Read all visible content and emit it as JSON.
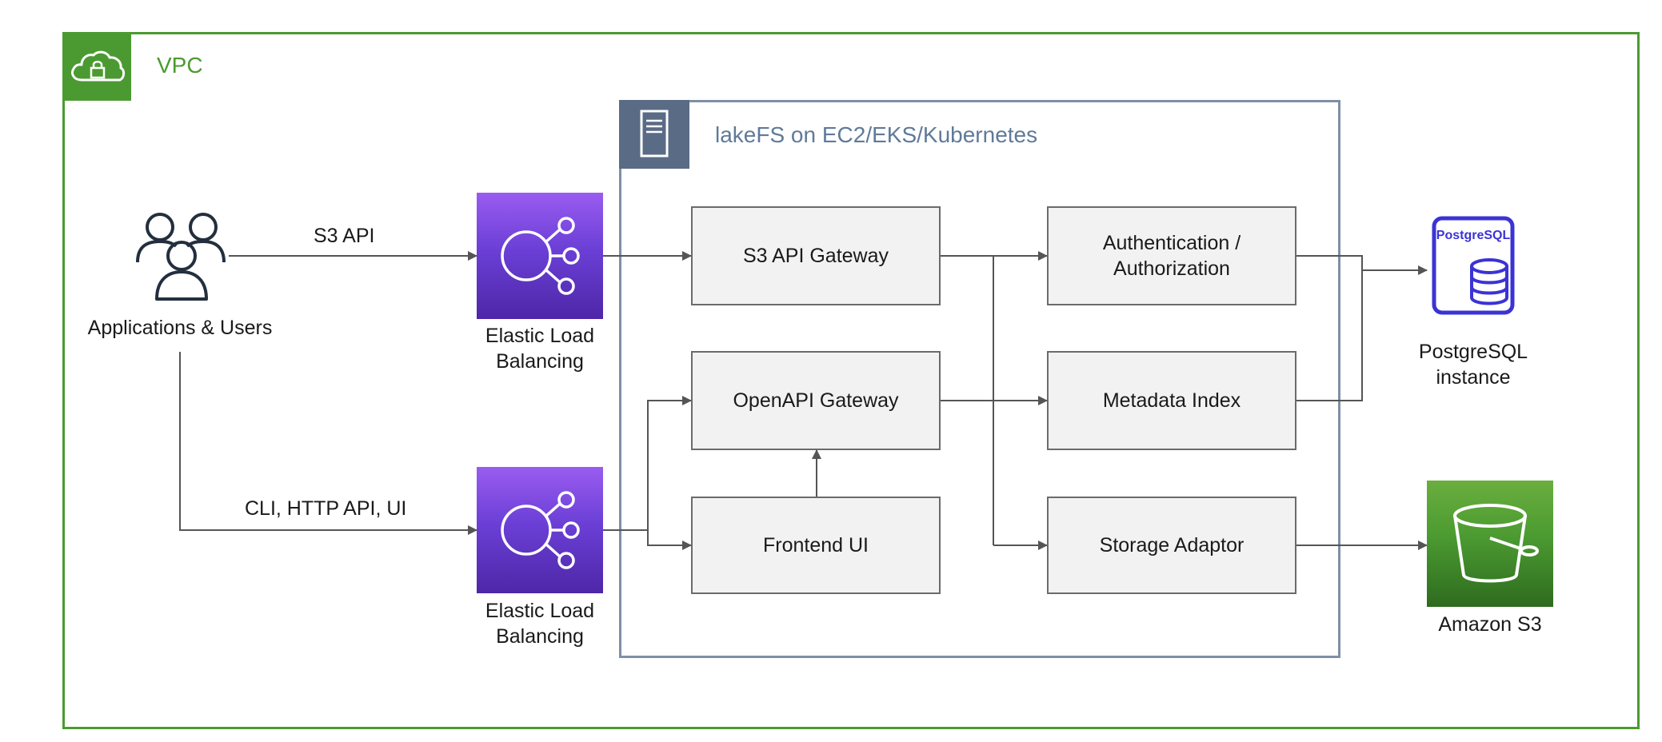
{
  "vpc": {
    "label": "VPC"
  },
  "group": {
    "label": "lakeFS on EC2/EKS/Kubernetes"
  },
  "actors": {
    "users_label": "Applications & Users"
  },
  "edges": {
    "s3_api_label": "S3 API",
    "cli_label": "CLI, HTTP API, UI"
  },
  "elb": {
    "top_label": "Elastic Load\nBalancing",
    "bottom_label": "Elastic Load\nBalancing"
  },
  "components": {
    "s3_gateway": "S3 API Gateway",
    "openapi_gateway": "OpenAPI Gateway",
    "frontend_ui": "Frontend UI",
    "auth": "Authentication /\nAuthorization",
    "metadata_index": "Metadata Index",
    "storage_adaptor": "Storage Adaptor"
  },
  "postgres": {
    "logo_text": "PostgreSQL",
    "label": "PostgreSQL\ninstance"
  },
  "s3": {
    "label": "Amazon S3"
  },
  "colors": {
    "vpc_green": "#4b9a31",
    "group_slate": "#5a6b86",
    "elb_purple": "#6b3fd6",
    "postgres_blue": "#3b33d4",
    "s3_green": "#3f8624",
    "arrow_gray": "#555555"
  },
  "icons": [
    "cloud-lock-icon",
    "server-icon",
    "users-icon",
    "elastic-load-balancing-icon",
    "postgresql-database-icon",
    "s3-bucket-icon"
  ]
}
